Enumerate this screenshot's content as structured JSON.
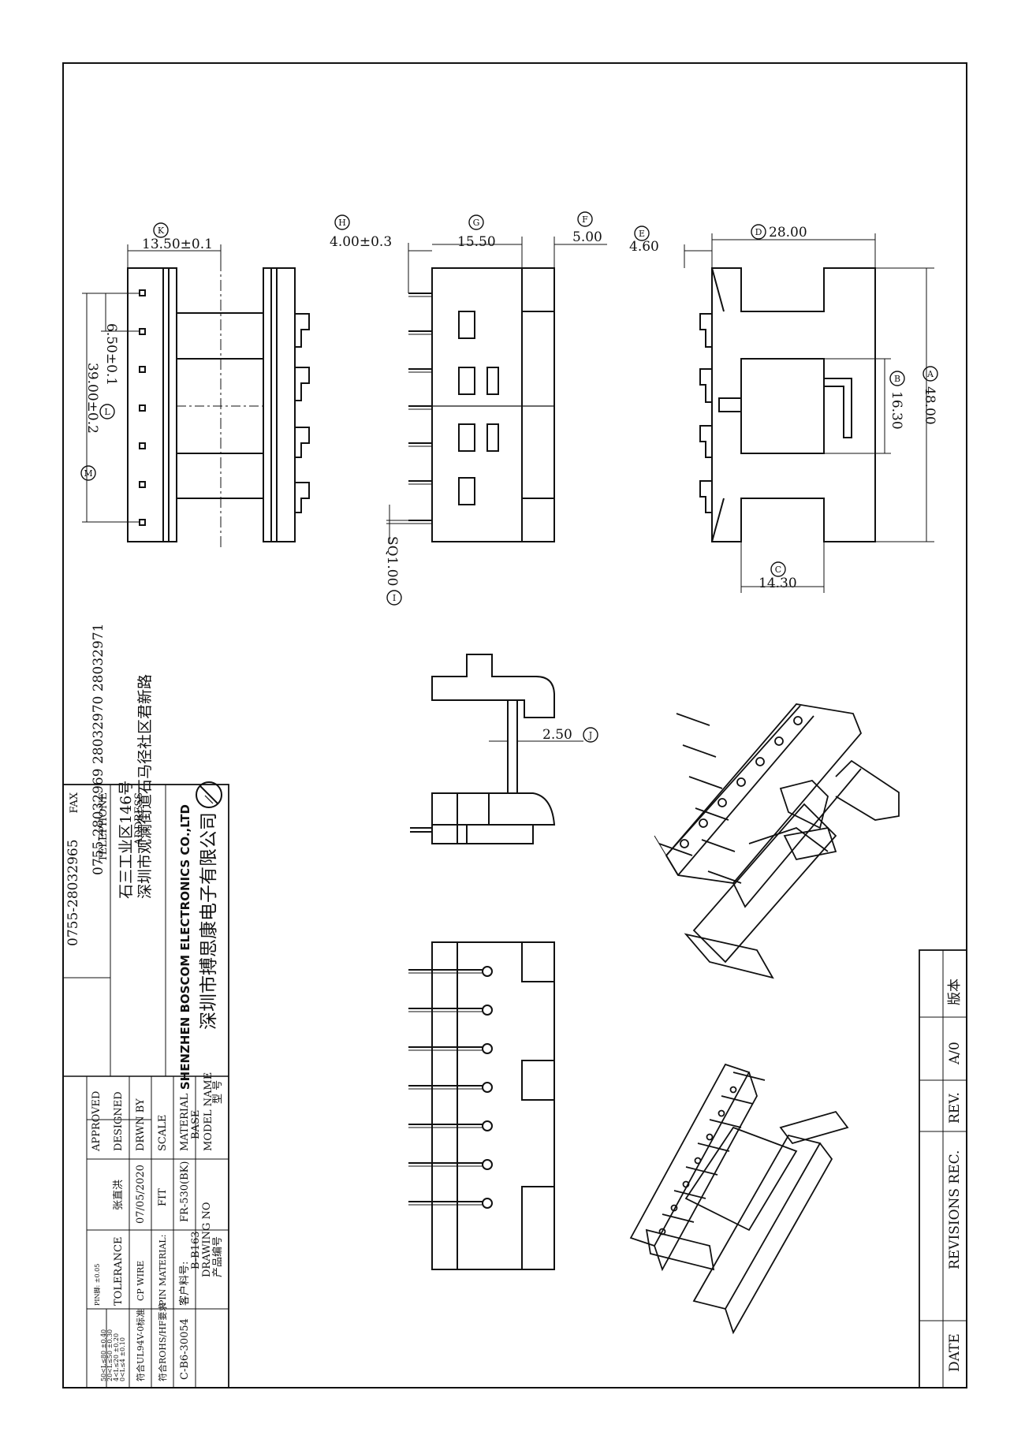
{
  "dimensions": {
    "K": "13.50±0.1",
    "L": "6.50±0.1",
    "M": "39.00±0.2",
    "H": "4.00±0.3",
    "G": "15.50",
    "F": "5.00",
    "E": "4.60",
    "D": "28.00",
    "B": "16.30",
    "A": "48.00",
    "C": "14.30",
    "I": "SQ1.00",
    "J": "2.50"
  },
  "markers": {
    "K": "K",
    "L": "L",
    "M": "M",
    "H": "H",
    "G": "G",
    "F": "F",
    "E": "E",
    "D": "D",
    "B": "B",
    "A": "A",
    "C": "C",
    "I": "I",
    "J": "J"
  },
  "company": {
    "name_cn": "深圳市搏思康电子有限公司",
    "name_en": "SHENZHEN BOSCOM ELECTRONICS CO.,LTD",
    "address_label": "ADDRESS",
    "address_line1": "深圳市观澜街道石马径社区君新路",
    "address_line2": "石三工业区146号",
    "telephone_label": "TELEPHONE",
    "telephone": "0755-28032969 28032970 28032971",
    "fax_label": "FAX",
    "fax": "0755-28032965"
  },
  "title_block": {
    "model_name_cn": "型 号",
    "model_name_label": "MODEL NAME",
    "model_name": "BASE",
    "drawing_no_cn": "产品编号",
    "drawing_no_label": "DRAWING NO",
    "drawing_no": "B-B163",
    "material_label": "MATERIAL",
    "material": "FR-530(BK)",
    "customer_code_label": "客户料号:",
    "customer_code": "C-B6-30054",
    "scale_label": "SCALE",
    "scale": "FIT",
    "pin_material_label": "PIN MATERIAL:",
    "pin_material": "符合ROHS/HF要求",
    "drawn_by_label": "DRWN BY",
    "drawn_by": "07/05/2020",
    "cp_wire_label": "CP WIRE",
    "cp_wire": "符合UL94V-0标准",
    "designed_label": "DESIGNED",
    "designed": "张直洪",
    "tolerance_label": "TOLERANCE",
    "tolerance_1": "0<L≤4  ±0.10",
    "tolerance_2": "4<L≤20  ±0.20",
    "tolerance_3": "20<L≤50  ±0.30",
    "tolerance_4": "50<L≤80  ±0.40",
    "approved_label": "APPROVED",
    "pin_tol": "PIN脚: ±0.05"
  },
  "revision_block": {
    "version_label": "版本",
    "version": "A/0",
    "rev_label": "REV.",
    "revisions_label": "REVISIONS REC.",
    "date_label": "DATE"
  }
}
